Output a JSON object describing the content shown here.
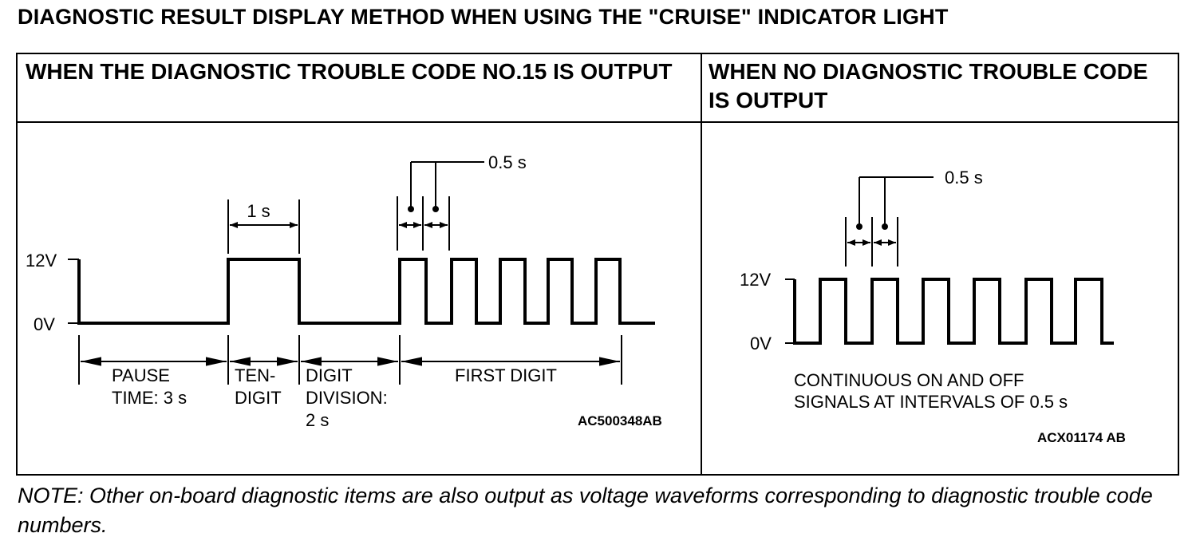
{
  "title": "DIAGNOSTIC RESULT DISPLAY METHOD WHEN USING THE \"CRUISE\" INDICATOR LIGHT",
  "left_panel": {
    "header": "WHEN THE DIAGNOSTIC TROUBLE CODE NO.15 IS OUTPUT",
    "voltage_high": "12V",
    "voltage_low": "0V",
    "pulse_width_label": "0.5 s",
    "one_second_label": "1 s",
    "pause_line1": "PAUSE",
    "pause_line2": "TIME: 3 s",
    "ten_line1": "TEN-",
    "ten_line2": "DIGIT",
    "division_line1": "DIGIT",
    "division_line2": "DIVISION:",
    "division_line3": "2 s",
    "first_digit": "FIRST DIGIT",
    "figure_code": "AC500348AB"
  },
  "right_panel": {
    "header": "WHEN NO DIAGNOSTIC TROUBLE CODE IS OUTPUT",
    "voltage_high": "12V",
    "voltage_low": "0V",
    "pulse_width_label": "0.5 s",
    "caption_line1": "CONTINUOUS ON AND OFF",
    "caption_line2": "SIGNALS AT INTERVALS OF 0.5 s",
    "figure_code": "ACX01174 AB"
  },
  "note": "NOTE: Other on-board diagnostic items are also output as voltage waveforms corresponding to diagnostic trouble code numbers."
}
